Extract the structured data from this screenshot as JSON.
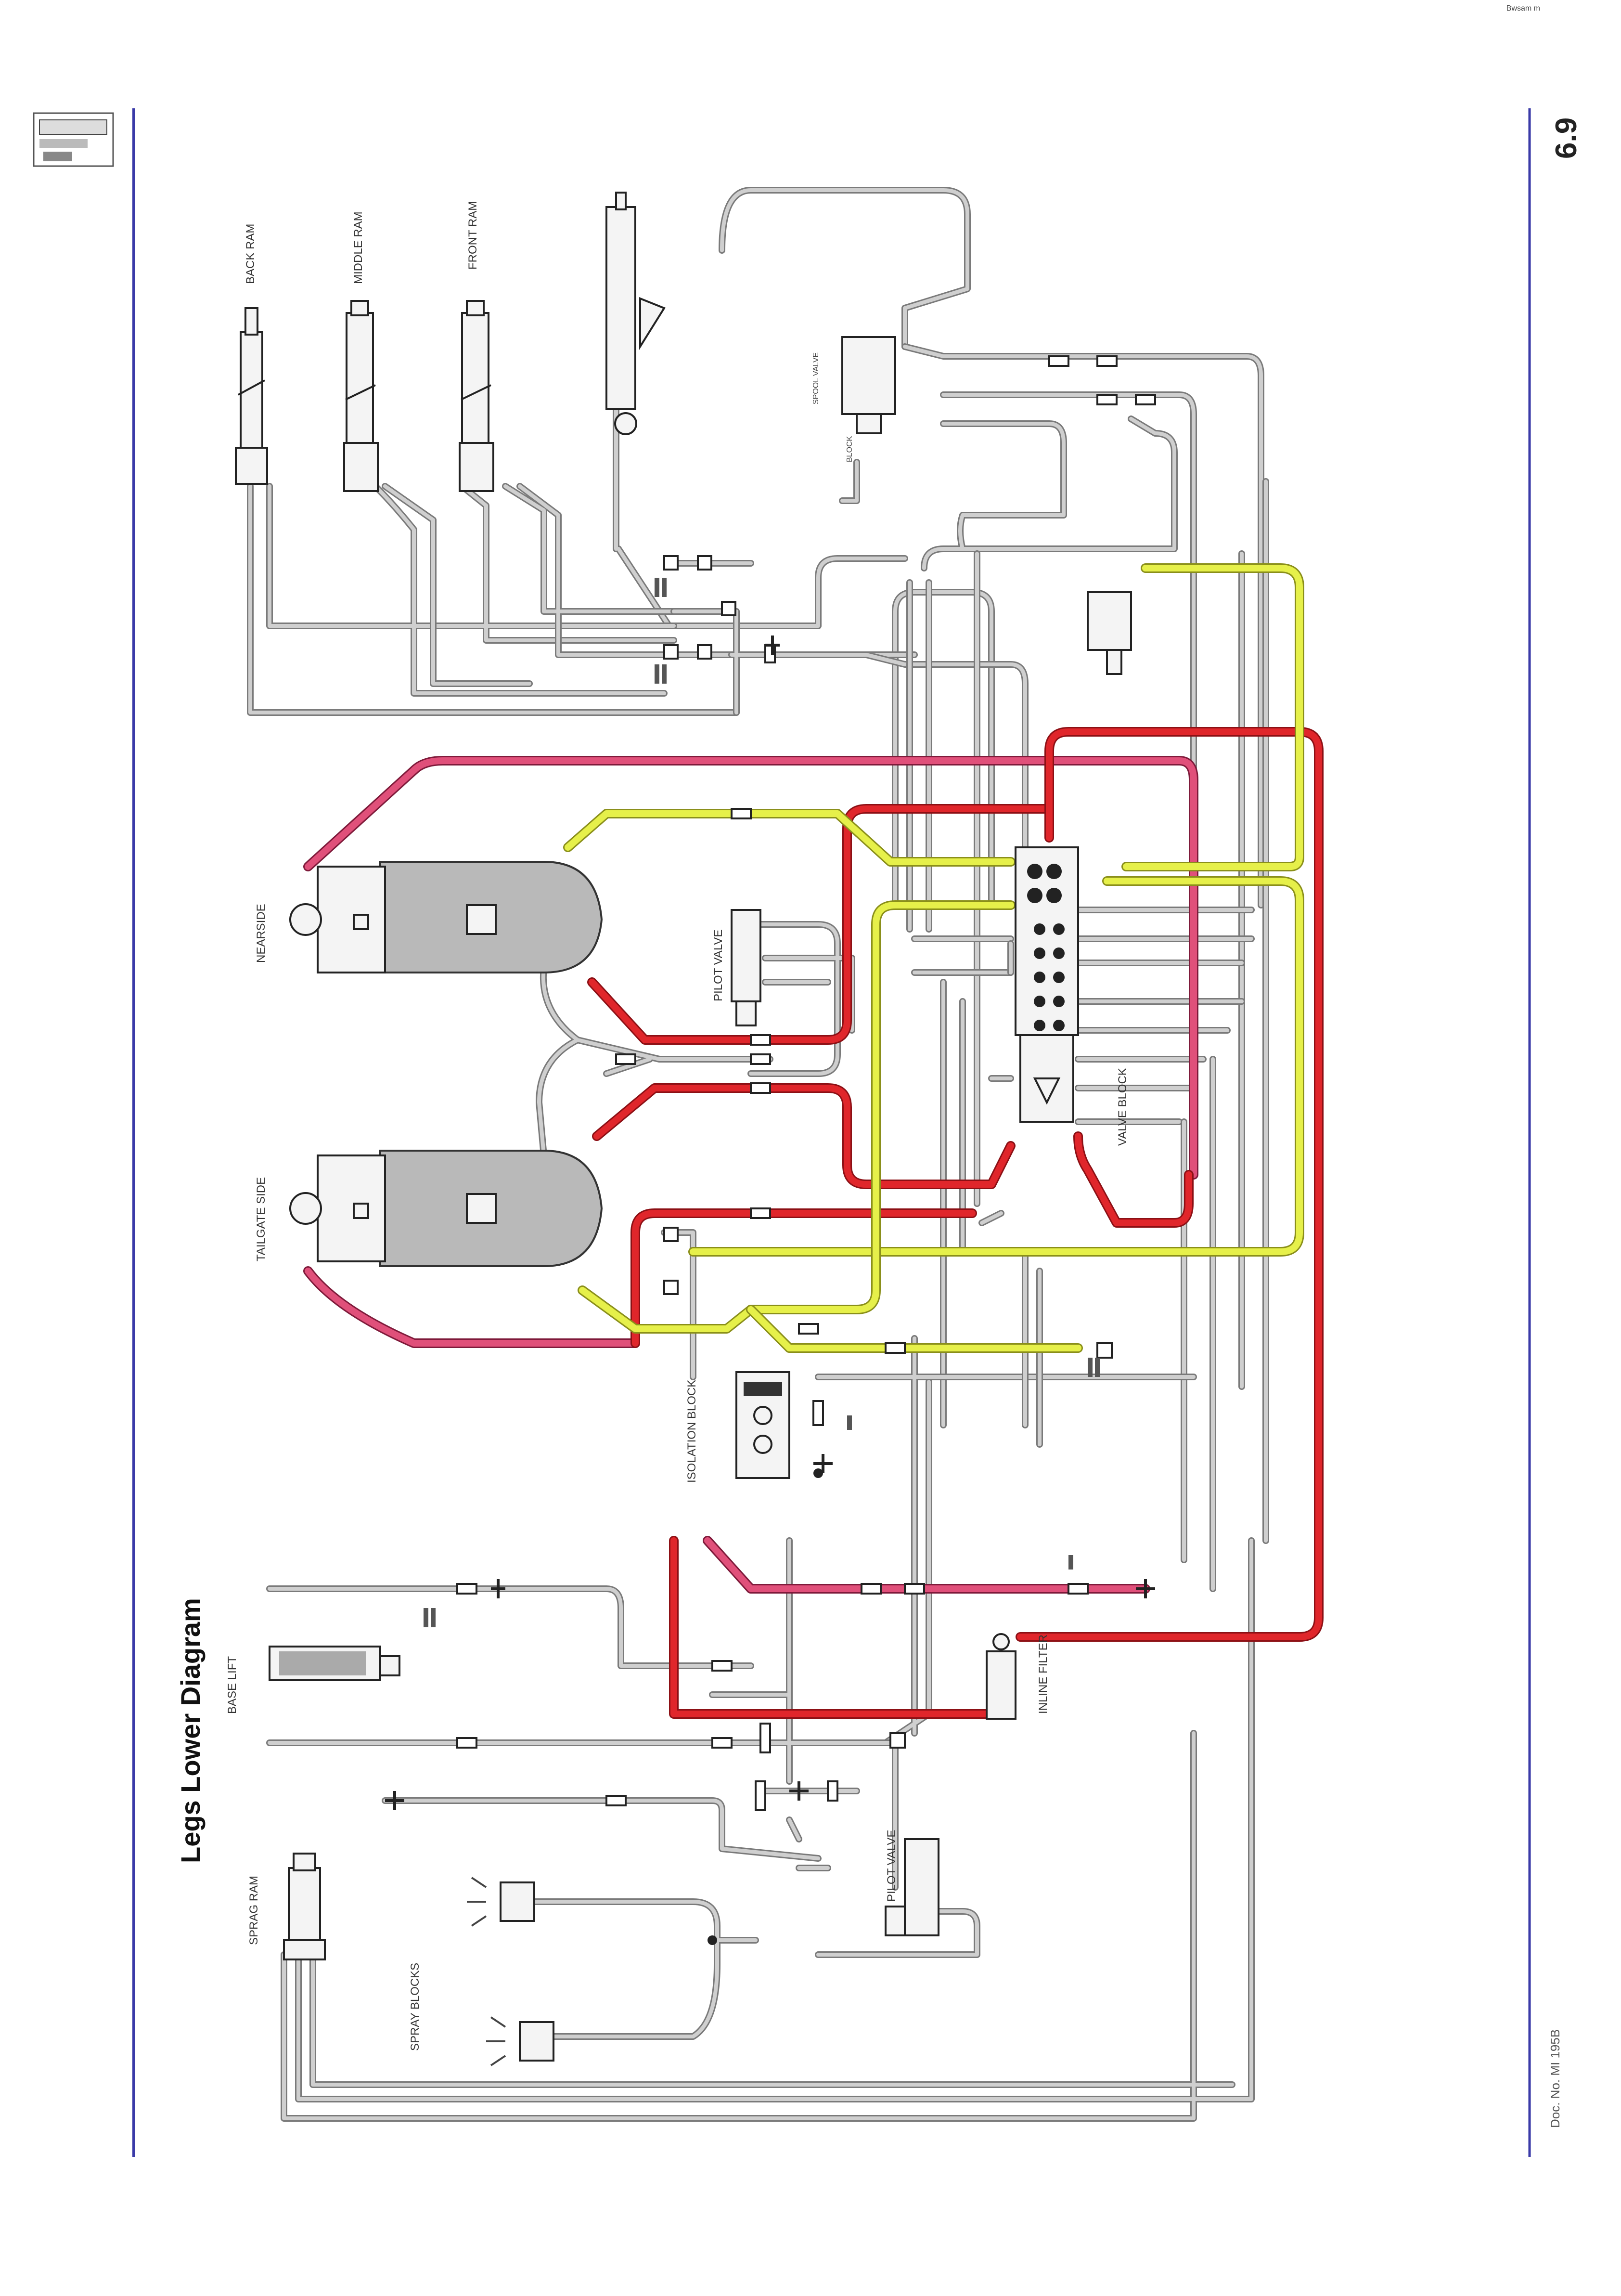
{
  "header": {
    "top_right_note": "Bwsam m",
    "section_number": "6.9",
    "footer_doc_ref": "Doc. No. MI 195B"
  },
  "diagram": {
    "title": "Legs Lower Diagram",
    "components": {
      "back_ram": "BACK RAM",
      "middle_ram": "MIDDLE RAM",
      "front_ram": "FRONT RAM",
      "nearside_ram": "NEARSIDE",
      "tailgate_side": "TAILGATE SIDE",
      "pilot_valve_upper": "PILOT VALVE",
      "pilot_valve_lower": "PILOT VALVE",
      "valve_block": "VALVE BLOCK",
      "isolation_block": "ISOLATION BLOCK",
      "inline_filter": "INLINE FILTER",
      "base_lift": "BASE LIFT",
      "sprag_ram": "SPRAG RAM",
      "spray_blocks": "SPRAY BLOCKS"
    }
  },
  "colors": {
    "hose_grey": "#cfcfcf",
    "pressure_red": "#e0262b",
    "return_pink": "#e0507a",
    "pilot_yellow": "#e6f04a",
    "border_blue": "#3a3aa8"
  }
}
